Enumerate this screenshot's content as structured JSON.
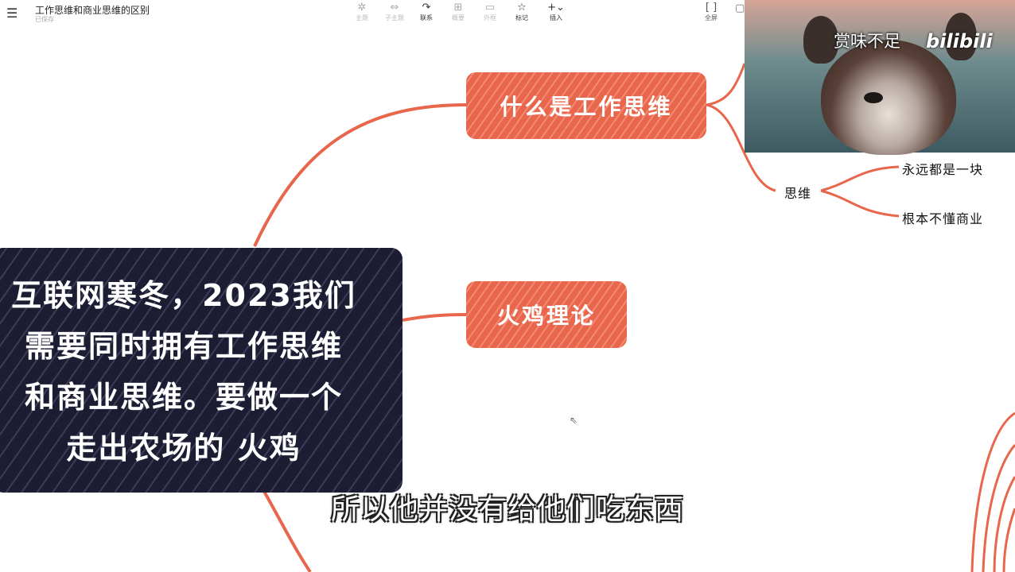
{
  "app": {
    "title": "工作思维和商业思维的区别",
    "subtitle": "已保存"
  },
  "toolbar": {
    "menu_icon": "☰",
    "items": [
      {
        "icon": "✲",
        "label": "主题"
      },
      {
        "icon": "⇔",
        "label": "子主题"
      },
      {
        "icon": "↷",
        "label": "联系"
      },
      {
        "icon": "⊞",
        "label": "概要"
      },
      {
        "icon": "▭",
        "label": "外框"
      },
      {
        "icon": "☆",
        "label": "标记"
      },
      {
        "icon": "+⌄",
        "label": "插入"
      }
    ],
    "right_icons": [
      "[ ]",
      "▢"
    ],
    "right_label": "全屏"
  },
  "mindmap": {
    "branch_1": "什么是工作思维",
    "branch_2": "火鸡理论",
    "sub_node": "思维",
    "leaves": [
      "永远都是一块",
      "根本不懂商业"
    ]
  },
  "overlay": {
    "line_1": "互联网寒冬，2023我们",
    "line_2": "需要同时拥有工作思维",
    "line_3": "和商业思维。要做一个",
    "line_4": "走出农场的 火鸡"
  },
  "video": {
    "caption": "赏味不足",
    "logo": "bilibili"
  },
  "subtitle": "所以他并没有给他们吃东西",
  "colors": {
    "node_fill": "#e8664b",
    "branch_line": "#e8664b",
    "overlay_bg": "#1c1d33"
  }
}
